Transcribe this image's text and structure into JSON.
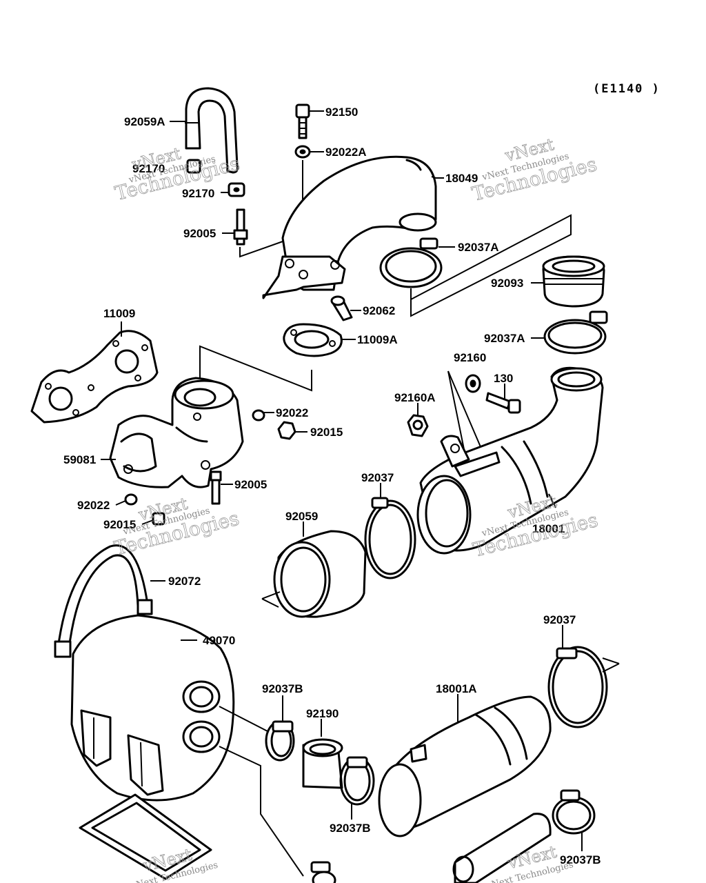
{
  "diagram_code": "(E1140 )",
  "watermark": {
    "line1": "vNext Technologies",
    "line2": "vNext",
    "line3": "Technologies"
  },
  "parts": {
    "p92059A": "92059A",
    "p92150": "92150",
    "p92022A": "92022A",
    "p18049": "18049",
    "p92170a": "92170",
    "p92170b": "92170",
    "p92005a": "92005",
    "p92037A_a": "92037A",
    "p92093": "92093",
    "p92062": "92062",
    "p11009": "11009",
    "p11009A": "11009A",
    "p92037A_b": "92037A",
    "p92160": "92160",
    "p130": "130",
    "p92160A": "92160A",
    "p92022a": "92022",
    "p92015a": "92015",
    "p59081": "59081",
    "p92005b": "92005",
    "p92037a": "92037",
    "p92022b": "92022",
    "p92015b": "92015",
    "p92059": "92059",
    "p18001": "18001",
    "p92072": "92072",
    "p49070": "49070",
    "p92037b": "92037",
    "p92037B_a": "92037B",
    "p92190": "92190",
    "p18001A": "18001A",
    "p92037B_b": "92037B",
    "p92037B_c": "92037B"
  }
}
